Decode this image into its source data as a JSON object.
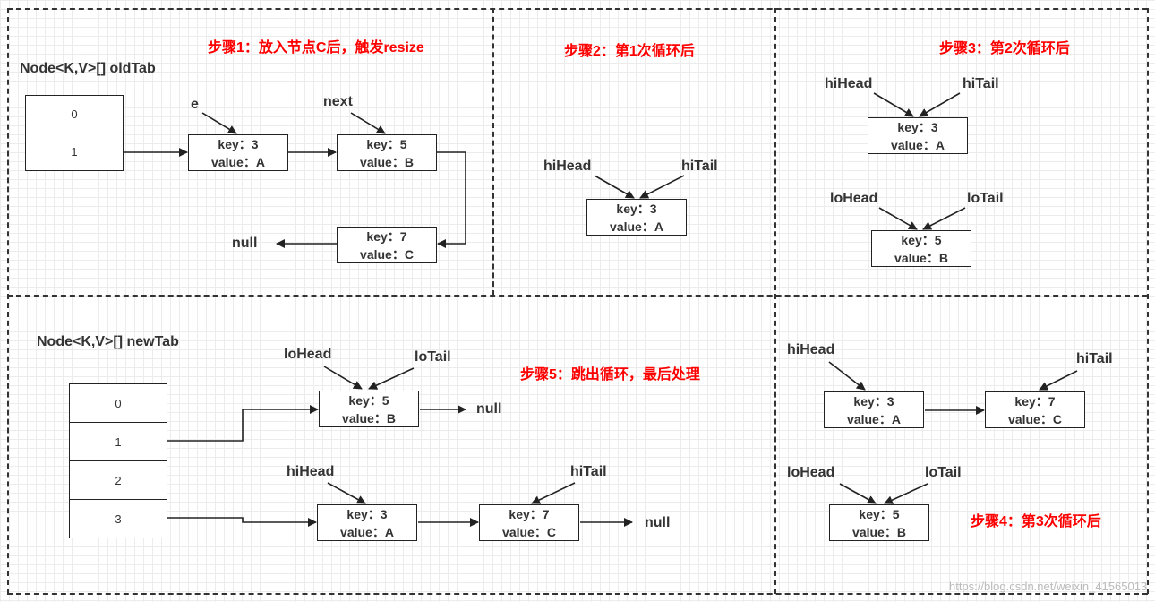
{
  "steps": {
    "step1": "步骤1：放入节点C后，触发resize",
    "step2": "步骤2：第1次循环后",
    "step3": "步骤3：第2次循环后",
    "step4": "步骤4：第3次循环后",
    "step5": "步骤5：跳出循环，最后处理"
  },
  "tables": {
    "old": {
      "title": "Node<K,V>[] oldTab",
      "indices": [
        "0",
        "1"
      ]
    },
    "new": {
      "title": "Node<K,V>[] newTab",
      "indices": [
        "0",
        "1",
        "2",
        "3"
      ]
    }
  },
  "nodes": {
    "n3": {
      "key": "key：3",
      "value": "value：A"
    },
    "n5": {
      "key": "key：5",
      "value": "value：B"
    },
    "n7": {
      "key": "key：7",
      "value": "value：C"
    }
  },
  "labels": {
    "e": "e",
    "next": "next",
    "null": "null",
    "hiHead": "hiHead",
    "hiTail": "hiTail",
    "loHead": "loHead",
    "loTail": "loTail"
  },
  "watermark": "https://blog.csdn.net/weixin_41565013"
}
